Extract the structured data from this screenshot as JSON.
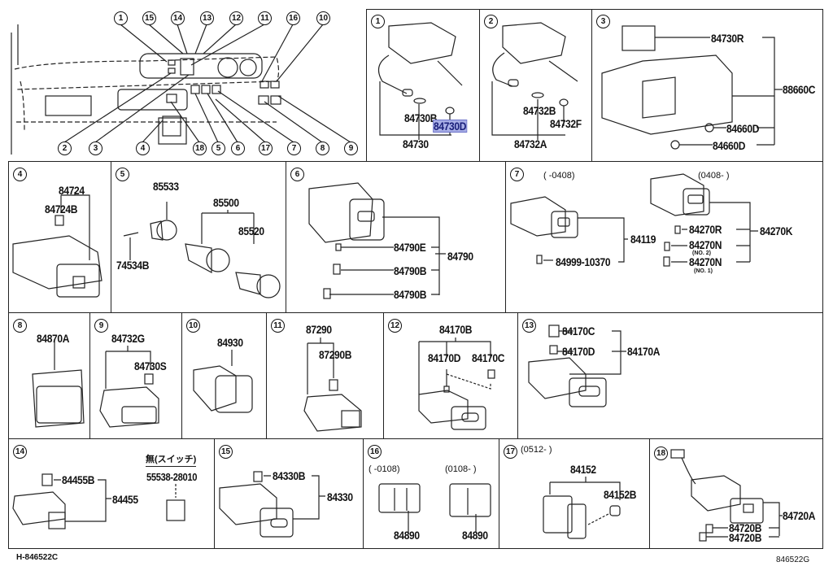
{
  "overview": {
    "callouts_top": [
      "1",
      "15",
      "14",
      "13",
      "12",
      "11",
      "16",
      "10"
    ],
    "callouts_bottom": [
      "2",
      "3",
      "4",
      "18",
      "5",
      "6",
      "17",
      "7",
      "8",
      "9"
    ]
  },
  "panels": [
    {
      "id": "1",
      "labels": [
        "84730B",
        "84730D",
        "84730"
      ],
      "highlighted": "84730D"
    },
    {
      "id": "2",
      "labels": [
        "84732B",
        "84732F",
        "84732A"
      ]
    },
    {
      "id": "3",
      "labels": [
        "84730R",
        "88660C",
        "84660D",
        "84660D"
      ]
    },
    {
      "id": "4",
      "labels": [
        "84724",
        "84724B"
      ]
    },
    {
      "id": "5",
      "labels": [
        "85533",
        "85500",
        "85520",
        "74534B"
      ]
    },
    {
      "id": "6",
      "labels": [
        "84790E",
        "84790",
        "84790B",
        "84790B"
      ]
    },
    {
      "id": "7",
      "dates": [
        "(      -0408)",
        "(0408-      )"
      ],
      "labels": [
        "84119",
        "84999-10370",
        "84270R",
        "84270K",
        "84270N",
        "84270N"
      ],
      "notes": [
        "(NO. 2)",
        "(NO. 1)"
      ]
    },
    {
      "id": "8",
      "labels": [
        "84870A"
      ]
    },
    {
      "id": "9",
      "labels": [
        "84732G",
        "84730S"
      ]
    },
    {
      "id": "10",
      "labels": [
        "84930"
      ]
    },
    {
      "id": "11",
      "labels": [
        "87290",
        "87290B"
      ]
    },
    {
      "id": "12",
      "labels": [
        "84170B",
        "84170D",
        "84170C"
      ]
    },
    {
      "id": "13",
      "labels": [
        "84170C",
        "84170D",
        "84170A"
      ]
    },
    {
      "id": "14",
      "labels": [
        "84455B",
        "84455",
        "55538-28010"
      ],
      "note_jp": "無(スイッチ)"
    },
    {
      "id": "15",
      "labels": [
        "84330B",
        "84330"
      ]
    },
    {
      "id": "16",
      "dates": [
        "(      -0108)",
        "(0108-      )"
      ],
      "labels": [
        "84890",
        "84890"
      ]
    },
    {
      "id": "17",
      "dates": [
        "(0512-      )"
      ],
      "labels": [
        "84152",
        "84152B"
      ]
    },
    {
      "id": "18",
      "labels": [
        "84720A",
        "84720B",
        "84720B"
      ]
    }
  ],
  "footer": {
    "left": "H-846522C",
    "right": "846522G"
  }
}
